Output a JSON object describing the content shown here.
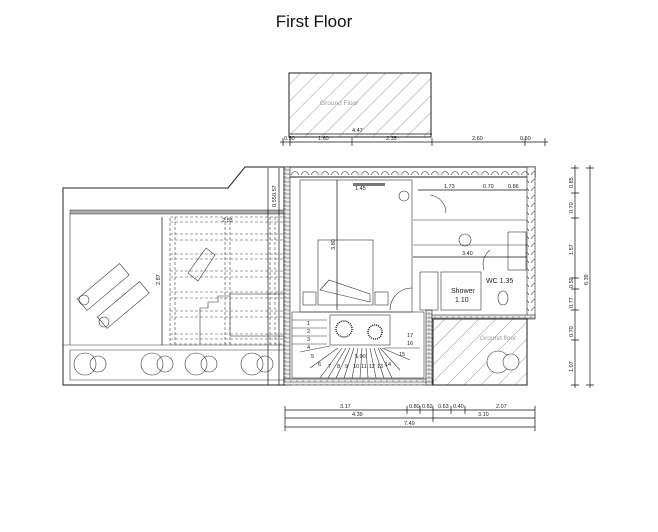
{
  "title": "First Floor",
  "rooms": {
    "ground_floor_top": "Ground Floor",
    "ground_floor_bottom": "Ground floor",
    "shower": "Shower",
    "shower_dim": "1.10",
    "wc": "WC 1.35"
  },
  "dimensions": {
    "top_total": "4.47",
    "top_row": [
      "0.50",
      "1.60",
      "2.35",
      "2.60",
      "0.50"
    ],
    "interior_top": [
      "1.45",
      "1.73",
      "0.70",
      "0.86"
    ],
    "interior": [
      "3.80",
      "3.40",
      "2.53",
      "2.87",
      "5.00"
    ],
    "bottom_row1": [
      "3.17",
      "0.80",
      "0.82",
      "0.63",
      "0.40",
      "2.07"
    ],
    "bottom_row2": [
      "4.39",
      "3.10"
    ],
    "bottom_total": "7.49",
    "right_row": [
      "0.85",
      "0.70",
      "1.57",
      "0.50",
      "0.77",
      "0.70",
      "1.07"
    ],
    "right_total": "6.39",
    "left_small": [
      "0.57",
      "0.55"
    ]
  },
  "stair_steps": [
    "1",
    "2",
    "3",
    "4",
    "5",
    "6",
    "7",
    "8",
    "9",
    "10",
    "11",
    "12",
    "13",
    "14",
    "15",
    "16",
    "17"
  ]
}
